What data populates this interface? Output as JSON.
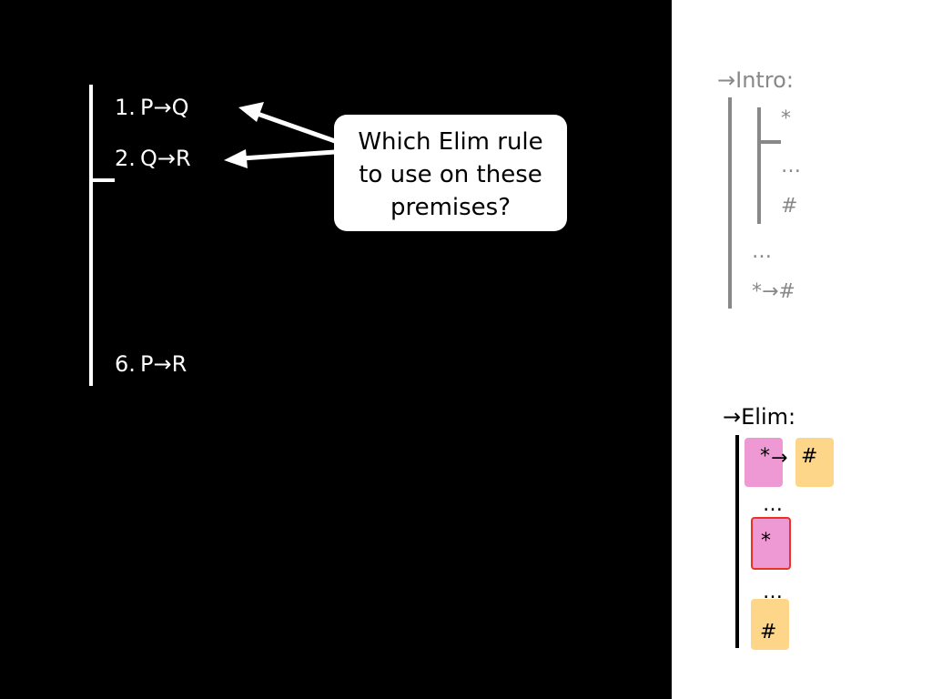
{
  "proof": {
    "lines": [
      {
        "num": "1.",
        "formula": "P→Q"
      },
      {
        "num": "2.",
        "formula": "Q→R"
      },
      {
        "num": "6.",
        "formula": "P→R"
      }
    ]
  },
  "callout": {
    "line1": "Which Elim rule",
    "line2": "to use on these",
    "line3": "premises?"
  },
  "intro_rule": {
    "title": "→Intro:",
    "assume": "*",
    "dots1": "…",
    "result": "#",
    "dots2": "…",
    "conclusion": "*→#"
  },
  "elim_rule": {
    "title": "→Elim:",
    "conditional_antecedent": "*",
    "conditional_arrow": "→",
    "conditional_consequent": "#",
    "dots1": "…",
    "antecedent": "*",
    "dots2": "…",
    "consequent": "#"
  },
  "colors": {
    "background_left": "#000000",
    "background_right": "#ffffff",
    "pink": "#ee99d3",
    "orange": "#fdd68a",
    "red": "#e53426",
    "gray": "#888888"
  }
}
